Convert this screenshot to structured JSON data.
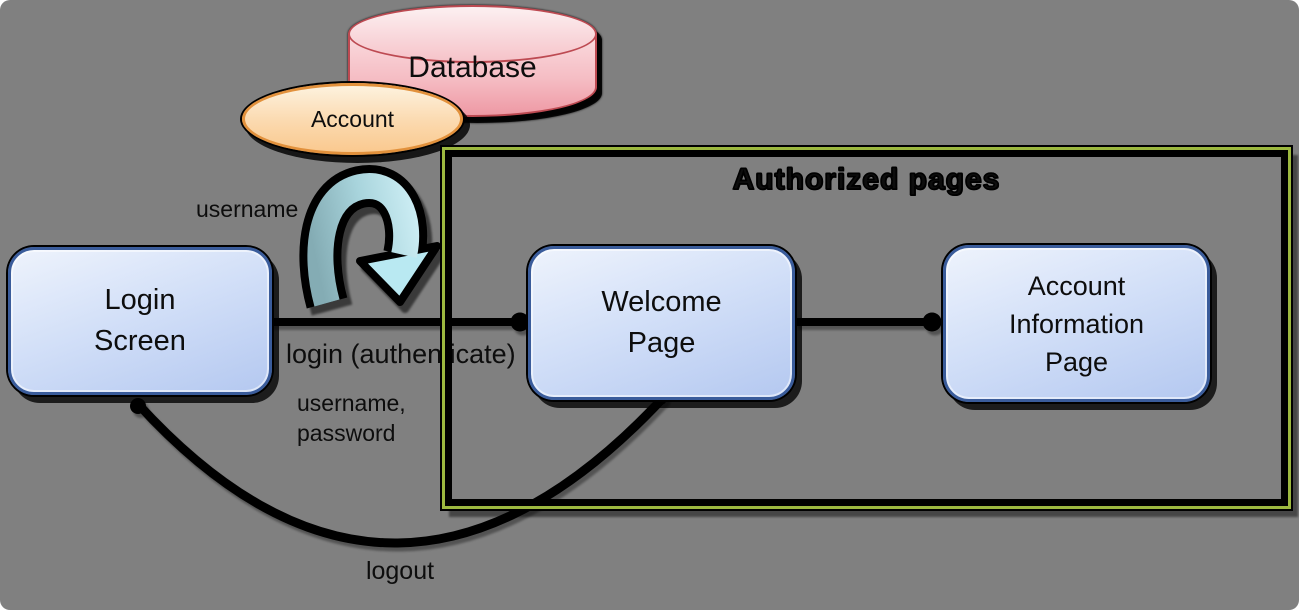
{
  "diagram": {
    "type": "state-flow-diagram",
    "colors": {
      "background": "#808080",
      "node_fill_top": "#EEF3FC",
      "node_fill_bottom": "#B4C8F0",
      "node_border": "#3A5C9B",
      "database_fill_top": "#FCF0F1",
      "database_fill_bottom": "#EE99A4",
      "database_border": "#BD4A52",
      "account_fill_top": "#FDF2DE",
      "account_fill_bottom": "#FAC98F",
      "account_border": "#E2913C",
      "frame_border_green": "#9CB83F",
      "arrow_teal_light": "#D6F4FA",
      "arrow_teal_dark": "#84ACB4",
      "connector": "#000000"
    },
    "nodes": {
      "database": {
        "label": "Database",
        "shape": "cylinder"
      },
      "account": {
        "label": "Account",
        "shape": "ellipse"
      },
      "login_screen": {
        "lines": [
          "Login",
          "Screen"
        ],
        "shape": "rounded-rect"
      },
      "welcome_page": {
        "lines": [
          "Welcome",
          "Page"
        ],
        "shape": "rounded-rect"
      },
      "account_information_page": {
        "lines": [
          "Account",
          "Information",
          "Page"
        ],
        "shape": "rounded-rect"
      }
    },
    "frame": {
      "title": "Authorized pages"
    },
    "edge_labels": {
      "username_lookup": "username",
      "login_transition": "login (authenticate)",
      "credentials_line1": "username,",
      "credentials_line2": "password",
      "logout_transition": "logout"
    },
    "icons": {
      "curved_arrow": "curved-arrow-down-right"
    }
  }
}
